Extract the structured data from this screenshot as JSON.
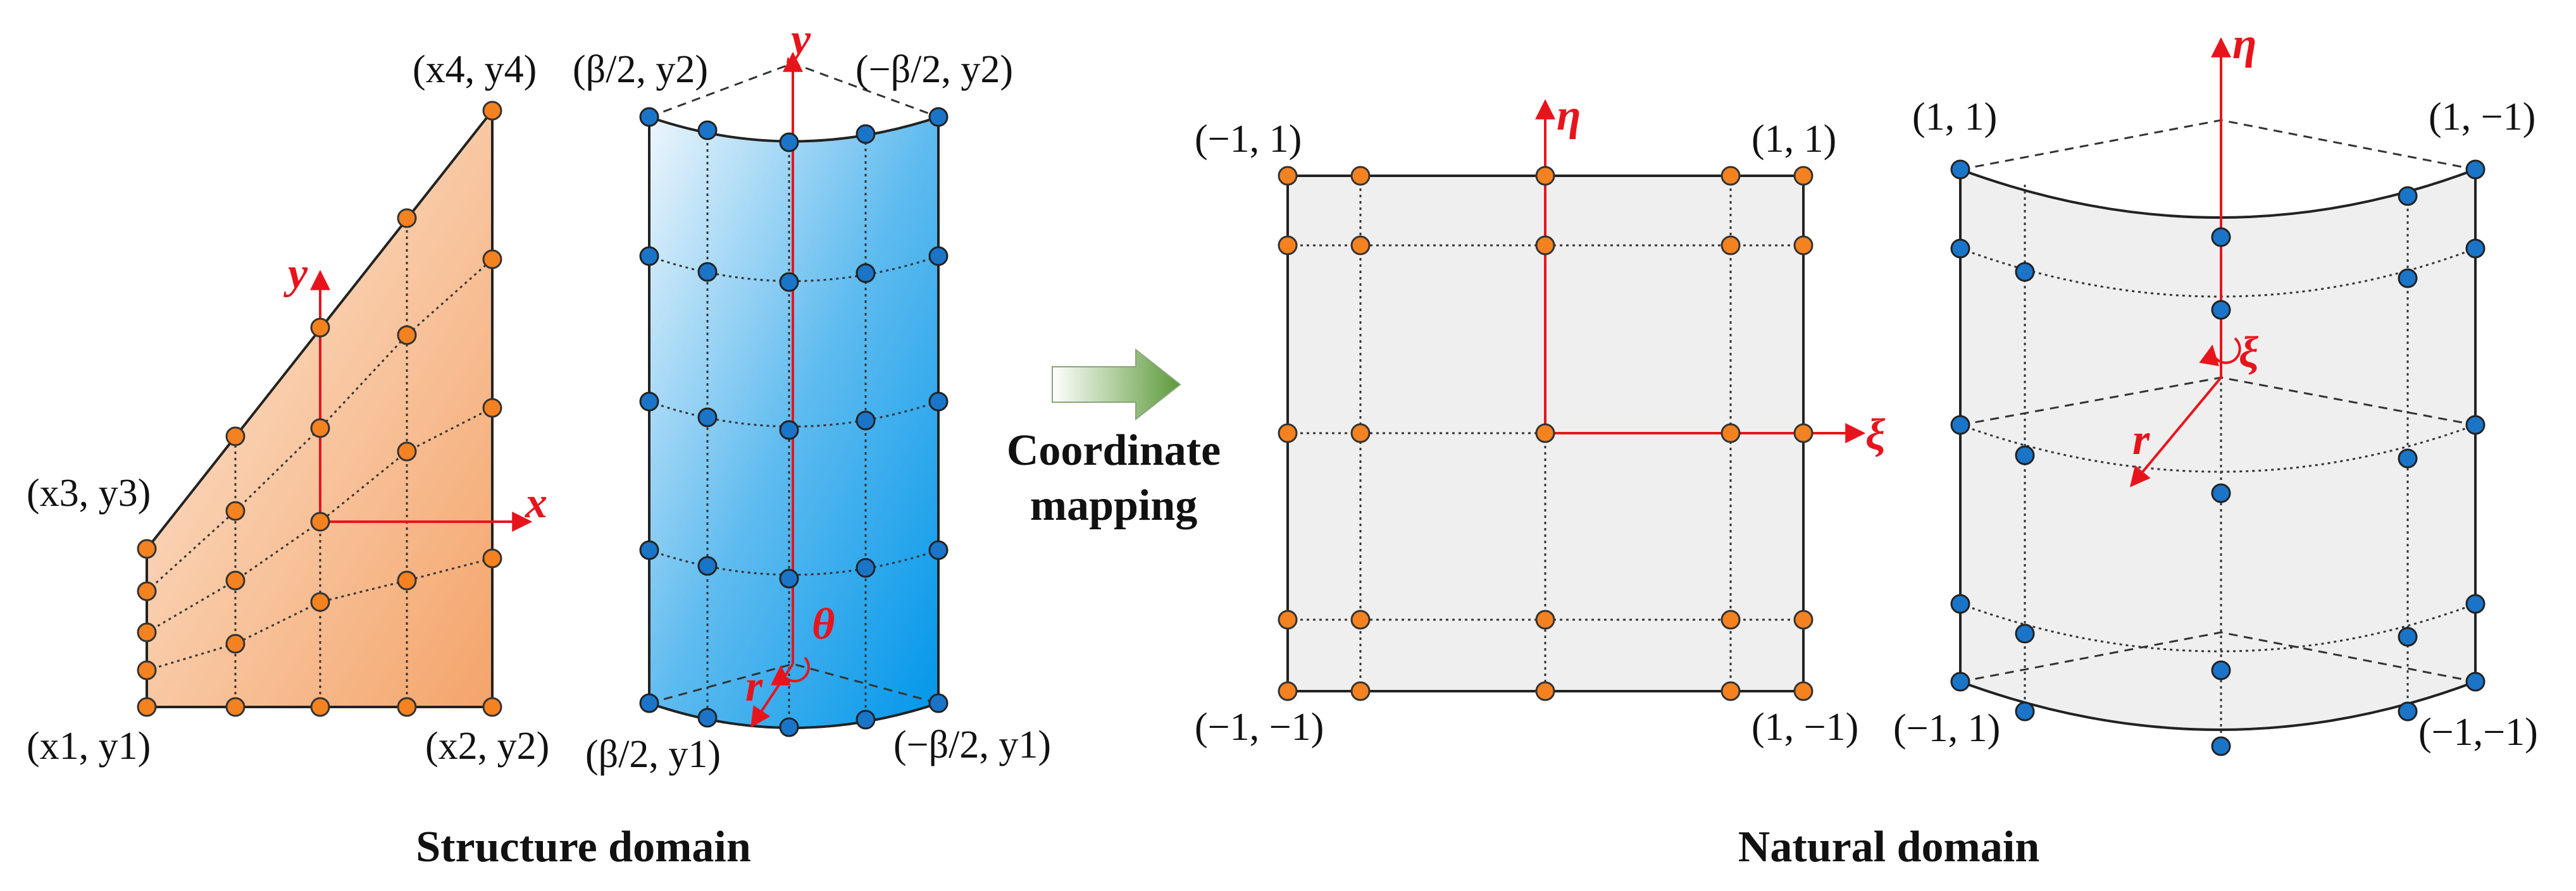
{
  "structure": {
    "trapezoid_labels": {
      "top_right": "(x4, y4)",
      "left_top": "(x3, y3)",
      "bottom_left": "(x1, y1)",
      "bottom_right": "(x2, y2)"
    },
    "trapezoid_axes": {
      "x": "x",
      "y": "y"
    },
    "cylinder_labels": {
      "top_left": "(β/2, y2)",
      "top_right": "(−β/2, y2)",
      "bottom_left": "(β/2, y1)",
      "bottom_right": "(−β/2, y1)"
    },
    "cylinder_axes": {
      "y": "y",
      "theta": "θ",
      "r": "r"
    },
    "caption": "Structure domain"
  },
  "mapping": {
    "line1": "Coordinate",
    "line2": "mapping"
  },
  "natural": {
    "square_labels": {
      "top_left": "(−1, 1)",
      "top_right": "(1, 1)",
      "bottom_left": "(−1, −1)",
      "bottom_right": "(1, −1)"
    },
    "square_axes": {
      "eta": "η",
      "xi": "ξ"
    },
    "shell_labels": {
      "top_left": "(1, 1)",
      "top_right": "(1, −1)",
      "bottom_left": "(−1, 1)",
      "bottom_right": "(−1,−1)"
    },
    "shell_axes": {
      "eta": "η",
      "xi": "ξ",
      "r": "r"
    },
    "caption": "Natural domain"
  },
  "colors": {
    "orange_node": "#f58220",
    "blue_node": "#1a75c9",
    "axis_red": "#e8141c",
    "grey_fill": "#efefef"
  }
}
